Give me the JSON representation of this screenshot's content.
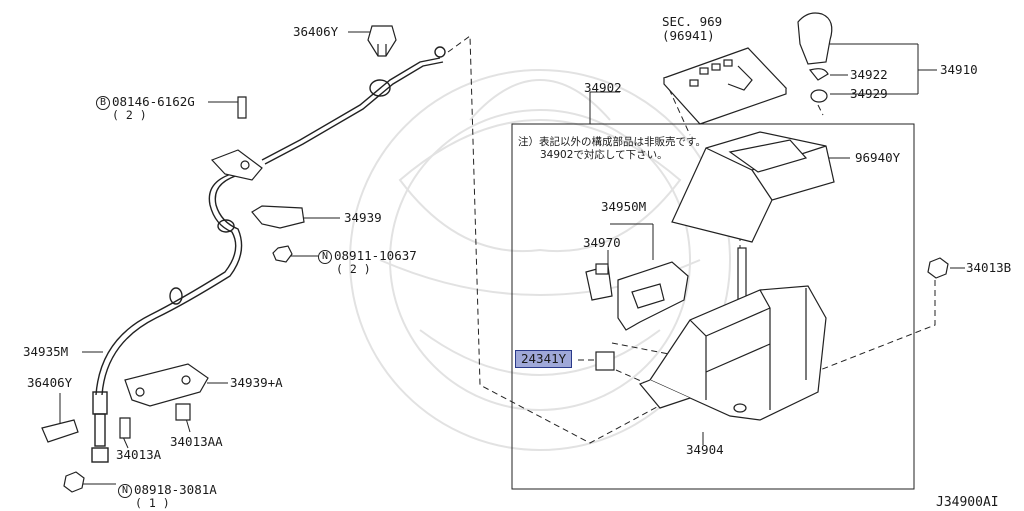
{
  "diagram_code": "J34900AI",
  "labels": {
    "p36406Y_top": "36406Y",
    "p08146": "08146-6162G",
    "p08146_prefix": "B",
    "p08146_qty": "( 2 )",
    "p34939": "34939",
    "p08911": "08911-10637",
    "p08911_prefix": "N",
    "p08911_qty": "( 2 )",
    "p34935M": "34935M",
    "p36406Y_bottom": "36406Y",
    "p34939A": "34939+A",
    "p34013A": "34013A",
    "p34013AA": "34013AA",
    "p08918": "08918-3081A",
    "p08918_prefix": "N",
    "p08918_qty": "( 1 )",
    "sec969": "SEC. 969",
    "sec969_ref": "(96941)",
    "p34902": "34902",
    "p34910": "34910",
    "p34922": "34922",
    "p34929": "34929",
    "p96940Y": "96940Y",
    "p34950M": "34950M",
    "p34970": "34970",
    "p34013B": "34013B",
    "p24341Y": "24341Y",
    "p34904": "34904"
  },
  "note": {
    "line1": "注）表記以外の構成部品は非販売です。",
    "line2": "34902で対応して下さい。"
  },
  "colors": {
    "line": "#222222",
    "highlight_fill": "#9fa8d8",
    "highlight_border": "#2a3a8a",
    "watermark": "#dddddd"
  }
}
